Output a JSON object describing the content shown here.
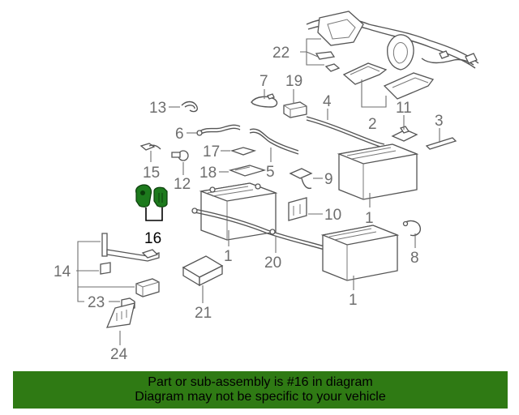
{
  "highlight_part": "16",
  "callouts": [
    "1",
    "1",
    "1",
    "1",
    "2",
    "3",
    "4",
    "5",
    "6",
    "7",
    "8",
    "9",
    "10",
    "11",
    "12",
    "13",
    "14",
    "15",
    "16",
    "17",
    "18",
    "19",
    "20",
    "21",
    "22",
    "23",
    "24"
  ],
  "banner": {
    "line1": "Part or sub-assembly is #16 in diagram",
    "line2": "Diagram may not be specific to your vehicle"
  },
  "colors": {
    "highlight_part": "#1d7a1d",
    "banner_bg": "#2f7a14",
    "line_art": "#555555",
    "callout_text": "#6e6e6e"
  }
}
